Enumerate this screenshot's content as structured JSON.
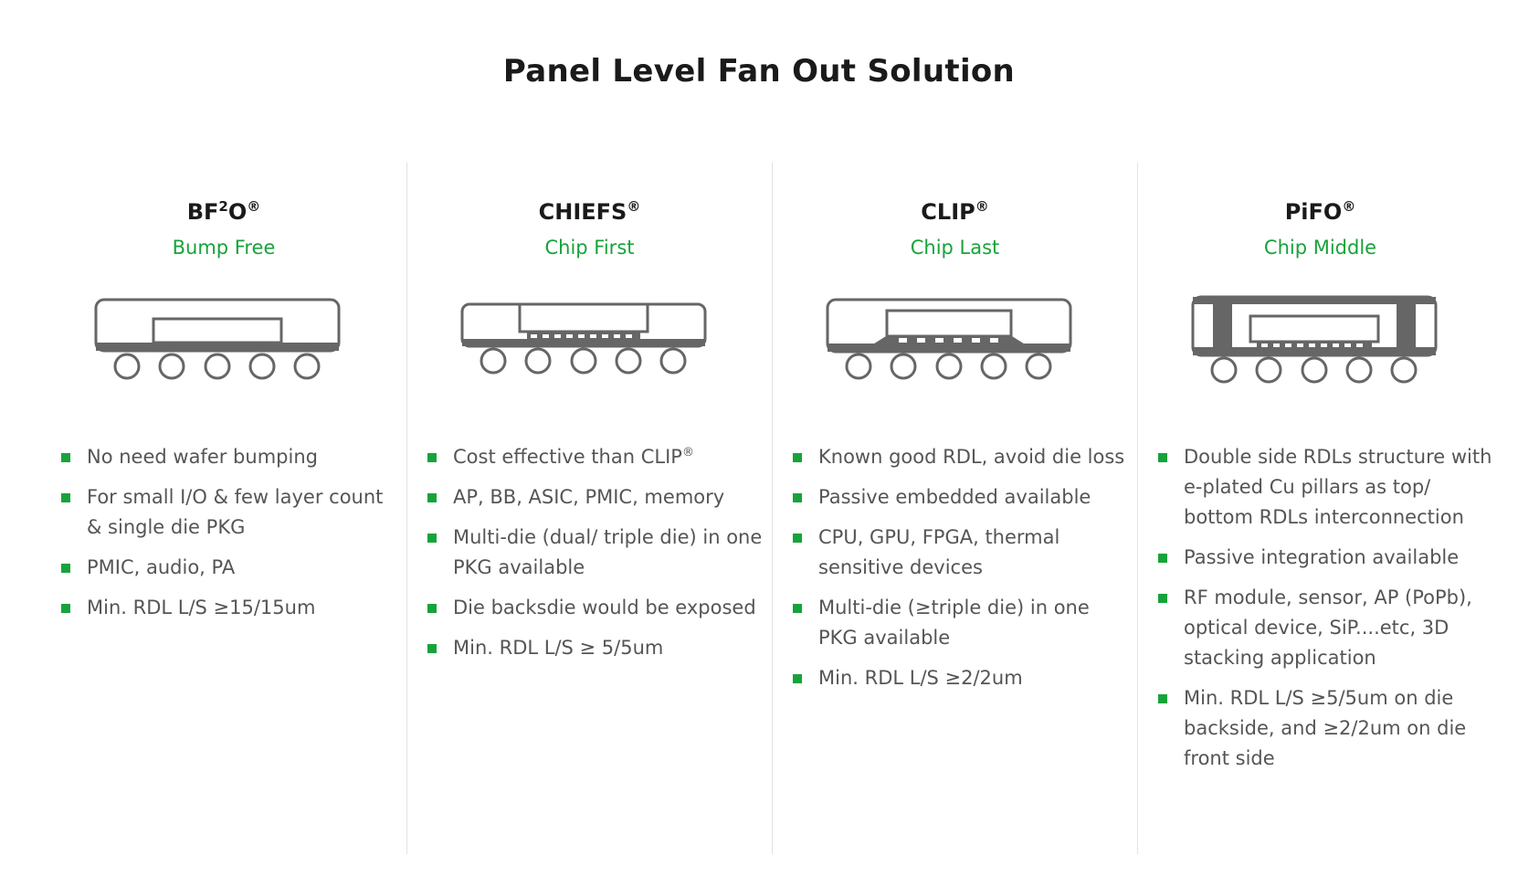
{
  "page": {
    "title": "Panel Level Fan Out Solution"
  },
  "colors": {
    "accent_green": "#17a33b",
    "text_dark": "#1a1a1a",
    "text_body": "#555555",
    "diagram_gray": "#666666"
  },
  "columns": [
    {
      "name_html": "BF<sup>2</sup>O<sup>®</sup>",
      "subtitle": "Bump Free",
      "bullets": [
        "No need wafer bumping",
        "For small I/O & few layer count & single die PKG",
        "PMIC, audio, PA",
        "Min. RDL L/S ≥15/15um"
      ]
    },
    {
      "name_html": "CHIEFS<sup>®</sup>",
      "subtitle": "Chip First",
      "bullets": [
        "Cost effective than CLIP<sup>®</sup>",
        "AP, BB, ASIC, PMIC, memory",
        "Multi-die (dual/ triple die) in one PKG available",
        "Die backsdie would be exposed",
        "Min. RDL L/S ≥ 5/5um"
      ]
    },
    {
      "name_html": "CLIP<sup>®</sup>",
      "subtitle": "Chip Last",
      "bullets": [
        "Known good RDL, avoid die loss",
        "Passive embedded available",
        "CPU, GPU, FPGA, thermal sensitive devices",
        "Multi-die (≥triple die) in one PKG available",
        "Min. RDL L/S ≥2/2um"
      ]
    },
    {
      "name_html": "PiFO<sup>®</sup>",
      "subtitle": "Chip Middle",
      "bullets": [
        "Double side RDLs structure with e-plated Cu pillars as top/ bottom RDLs interconnection",
        "Passive integration available",
        "RF module, sensor, AP (PoPb), optical device, SiP....etc, 3D stacking application",
        "Min. RDL L/S ≥5/5um on die backside, and ≥2/2um on die front side"
      ]
    }
  ]
}
